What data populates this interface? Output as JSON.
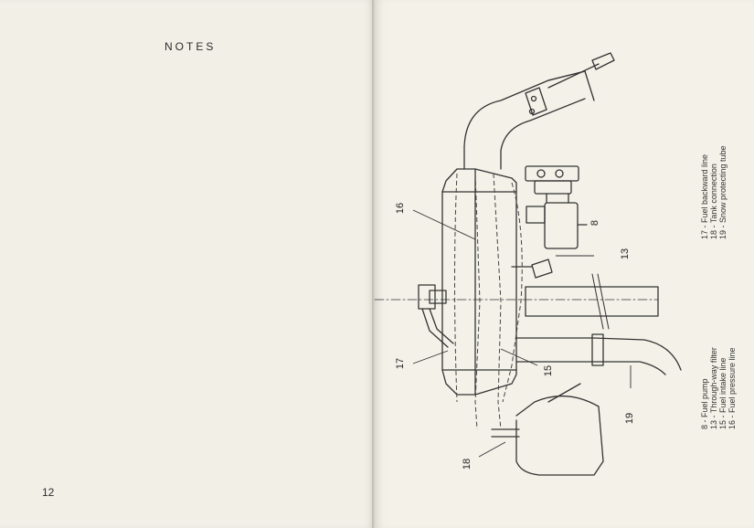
{
  "left_page": {
    "title": "NOTES",
    "page_number": "12"
  },
  "figure": {
    "callouts": {
      "n8": "8",
      "n13": "13",
      "n15": "15",
      "n16": "16",
      "n17": "17",
      "n18": "18",
      "n19": "19"
    },
    "legend_a": [
      "8 - Fuel pump",
      "13 - Through-way filter",
      "15 - Fuel intake line",
      "16 - Fuel pressure line"
    ],
    "legend_b": [
      "17 - Fuel backward line",
      "18 - Tank connection",
      "19 - Snow protecting tube"
    ]
  }
}
